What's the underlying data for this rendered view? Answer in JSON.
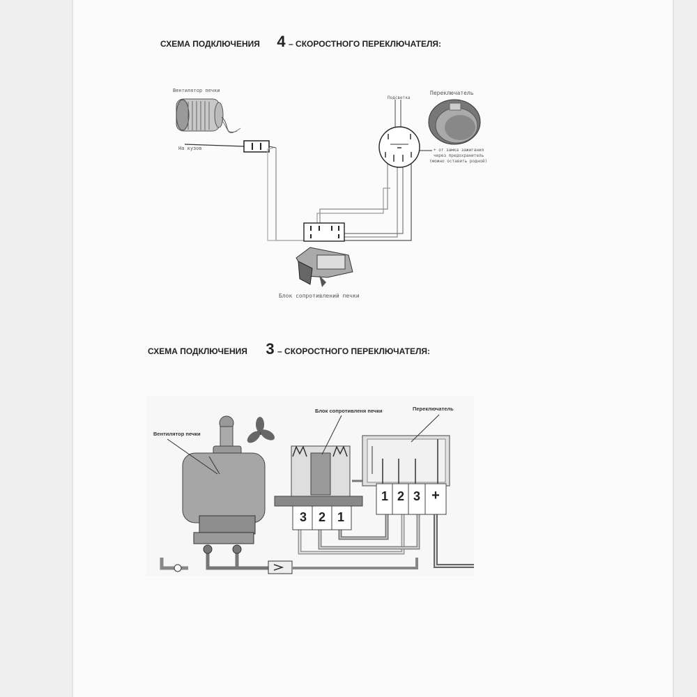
{
  "diagram4": {
    "heading_prefix": "СХЕМА ПОДКЛЮЧЕНИЯ",
    "heading_number": "4",
    "heading_suffix": "– СКОРОСТНОГО ПЕРЕКЛЮЧАТЕЛЯ:",
    "labels": {
      "fan": "Вентилятор печки",
      "ground": "На кузов",
      "backlight": "Подсветка",
      "switch": "Переключатель",
      "ignition_line1": "+ от замка зажигания",
      "ignition_line2": "через предохранитель",
      "ignition_line3": "(можно оставить родной)",
      "resistor": "Блок сопротивлений печки"
    }
  },
  "diagram3": {
    "heading_prefix": "СХЕМА ПОДКЛЮЧЕНИЯ",
    "heading_number": "3",
    "heading_suffix": "– СКОРОСТНОГО ПЕРЕКЛЮЧАТЕЛЯ:",
    "labels": {
      "fan": "Вентилятор печки",
      "resistor": "Блок сопротивленя печки",
      "switch": "Переключатель"
    },
    "switch_terminals": [
      "1",
      "2",
      "3",
      "+"
    ],
    "resistor_terminals": [
      "3",
      "2",
      "1"
    ]
  }
}
